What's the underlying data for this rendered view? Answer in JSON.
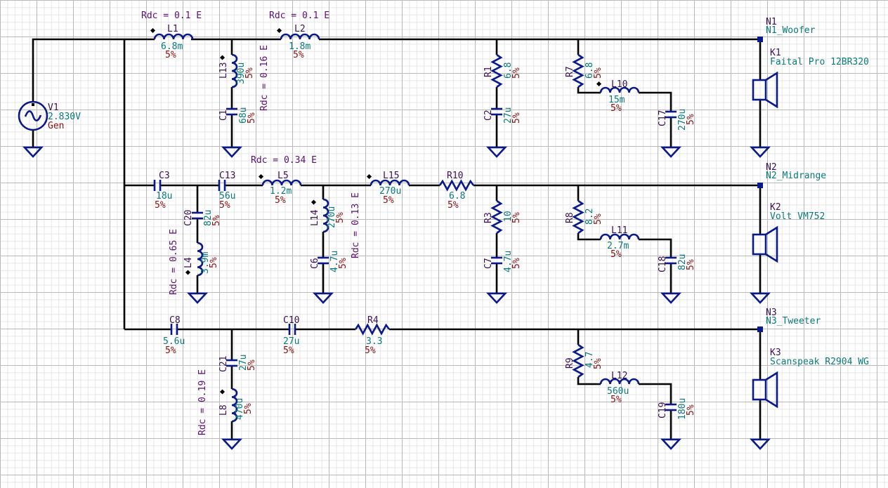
{
  "colors": {
    "wire": "#000000",
    "component": "#0a1a8a",
    "name": "#3a1050",
    "value": "#0a7a7a",
    "tolerance": "#8a1010",
    "grid_minor": "#e6e6e6",
    "grid_major": "#b9b9b9"
  },
  "source": {
    "name": "V1",
    "value": "2.830V",
    "sub": "Gen"
  },
  "nodes": [
    {
      "id": "N1",
      "label": "N1_Woofer"
    },
    {
      "id": "N2",
      "label": "N2_Midrange"
    },
    {
      "id": "N3",
      "label": "N3_Tweeter"
    }
  ],
  "drivers": [
    {
      "id": "K1",
      "model": "Faital Pro 12BR320"
    },
    {
      "id": "K2",
      "model": "Volt VM752"
    },
    {
      "id": "K3",
      "model": "Scanspeak R2904 WG"
    }
  ],
  "components": {
    "L1": {
      "name": "L1",
      "value": "6.8m",
      "tol": "5%",
      "rdc": "Rdc = 0.1 E"
    },
    "L2": {
      "name": "L2",
      "value": "1.8m",
      "tol": "5%",
      "rdc": "Rdc = 0.1 E"
    },
    "L13": {
      "name": "L13",
      "value": "390u",
      "tol": "5%",
      "rdc": "Rdc = 0.16 E"
    },
    "C1": {
      "name": "C1",
      "value": "68u",
      "tol": "5%"
    },
    "R1": {
      "name": "R1",
      "value": "6.8",
      "tol": "5%"
    },
    "C2": {
      "name": "C2",
      "value": "27u",
      "tol": "5%"
    },
    "R7": {
      "name": "R7",
      "value": "6.8",
      "tol": "5%"
    },
    "L10": {
      "name": "L10",
      "value": "15m",
      "tol": "5%"
    },
    "C17": {
      "name": "C17",
      "value": "270u",
      "tol": "5%"
    },
    "C3": {
      "name": "C3",
      "value": "18u",
      "tol": "5%"
    },
    "C13": {
      "name": "C13",
      "value": "56u",
      "tol": "5%"
    },
    "L5": {
      "name": "L5",
      "value": "1.2m",
      "tol": "5%",
      "rdc": "Rdc = 0.34 E"
    },
    "L15": {
      "name": "L15",
      "value": "270u",
      "tol": "5%"
    },
    "R10": {
      "name": "R10",
      "value": "6.8",
      "tol": "5%"
    },
    "C20": {
      "name": "C20",
      "value": "82u",
      "tol": "5%"
    },
    "L4": {
      "name": "L4",
      "value": "3.9m",
      "tol": "5%",
      "rdc": "Rdc = 0.65 E"
    },
    "L14": {
      "name": "L14",
      "value": "270u",
      "tol": "5%",
      "rdc": "Rdc = 0.13 E"
    },
    "C6": {
      "name": "C6",
      "value": "4.7u",
      "tol": "5%"
    },
    "R3": {
      "name": "R3",
      "value": "10",
      "tol": "5%"
    },
    "C7": {
      "name": "C7",
      "value": "4.7u",
      "tol": "5%"
    },
    "R8": {
      "name": "R8",
      "value": "8.2",
      "tol": "5%"
    },
    "L11": {
      "name": "L11",
      "value": "2.7m",
      "tol": "5%"
    },
    "C18": {
      "name": "C18",
      "value": "82u",
      "tol": "5%"
    },
    "C8": {
      "name": "C8",
      "value": "5.6u",
      "tol": "5%"
    },
    "C10": {
      "name": "C10",
      "value": "27u",
      "tol": "5%"
    },
    "R4": {
      "name": "R4",
      "value": "3.3",
      "tol": "5%"
    },
    "C21": {
      "name": "C21",
      "value": "27u",
      "tol": "5%"
    },
    "L8": {
      "name": "L8",
      "value": "470u",
      "tol": "5%",
      "rdc": "Rdc = 0.19 E"
    },
    "R9": {
      "name": "R9",
      "value": "4.7",
      "tol": "5%"
    },
    "L12": {
      "name": "L12",
      "value": "560u",
      "tol": "5%"
    },
    "C19": {
      "name": "C19",
      "value": "180u",
      "tol": "5%"
    }
  }
}
